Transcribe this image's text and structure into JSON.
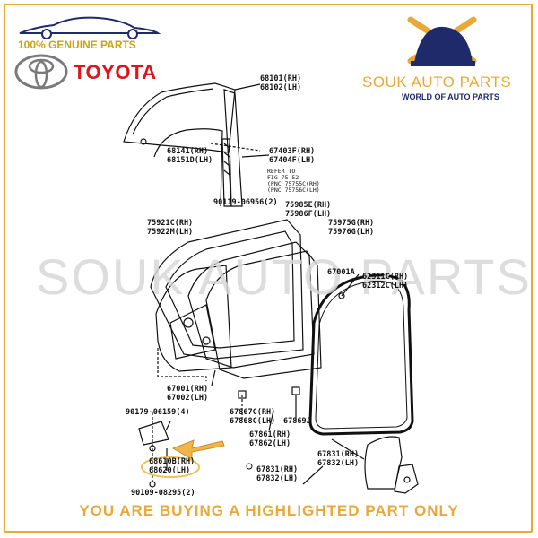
{
  "header": {
    "genuine_text": "100% GENUINE PARTS",
    "brand_text": "TOYOTA",
    "shop_name": "SOUK AUTO PARTS",
    "shop_tagline": "WORLD OF AUTO PARTS"
  },
  "watermark": "SOUK AUTO PARTS",
  "footer_text": "YOU ARE BUYING A HIGHLIGHTED PART ONLY",
  "colors": {
    "gold": "#E8A93A",
    "toyota_red": "#E0141E",
    "navy": "#1f2a6b",
    "highlight_arrow": "#F2B54A"
  },
  "labels": {
    "l68101": "68101(RH)",
    "l68102": "68102(LH)",
    "l68141": "68141(RH)",
    "l68151": "68151D(LH)",
    "l67403": "67403F(RH)",
    "l67404": "67404F(LH)",
    "refer1": "REFER TO",
    "refer2": "FIG 75-52",
    "refer3": "(PNC 75755C(RH)",
    "refer4": "(PNC 75756C(LH)",
    "l90119": "90119-06956(2)",
    "l75985": "75985E(RH)",
    "l75986": "75986F(LH)",
    "l75921": "75921C(RH)",
    "l75922": "75922M(LH)",
    "l75975": "75975G(RH)",
    "l75976": "75976G(LH)",
    "l67001a": "67001A",
    "l62311": "62311C(RH)",
    "l62312": "62312C(LH)",
    "l67001": "67001(RH)",
    "l67002": "67002(LH)",
    "l90179": "90179-06159(4)",
    "l67867": "67867C(RH)",
    "l67868": "67868C(LH)",
    "l67869": "67869J",
    "l67861": "67861(RH)",
    "l67862": "67862(LH)",
    "l67831a": "67831(RH)",
    "l67832a": "67832(LH)",
    "l68610": "68610B(RH)",
    "l68620": "68620(LH)",
    "l67831b": "67831(RH)",
    "l67832b": "67832(LH)",
    "l90109": "90109-08295(2)"
  }
}
